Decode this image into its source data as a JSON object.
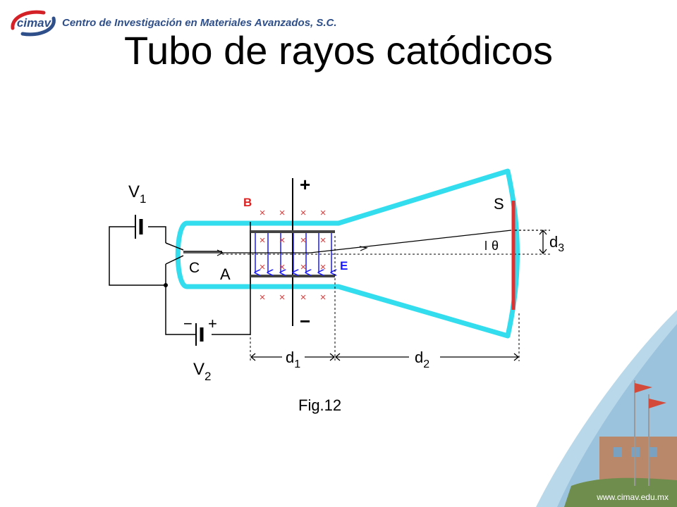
{
  "header": {
    "logo_text": "cimav",
    "organization": "Centro de Investigación en Materiales Avanzados, S.C."
  },
  "slide": {
    "title": "Tubo de rayos catódicos",
    "footer_url": "www.cimav.edu.mx"
  },
  "figure": {
    "caption": "Fig.12",
    "labels": {
      "v1": "V",
      "v1_sub": "1",
      "v2": "V",
      "v2_sub": "2",
      "cathode": "C",
      "anode": "A",
      "magnetic": "B",
      "electric": "E",
      "screen": "S",
      "plus": "+",
      "minus": "−",
      "battery_plus": "+",
      "battery_minus": "−",
      "theta": "θ",
      "d1": "d",
      "d1_sub": "1",
      "d2": "d",
      "d2_sub": "2",
      "d3": "d",
      "d3_sub": "3",
      "cross": "×"
    }
  },
  "colors": {
    "tube": "#33ddee",
    "field_lines": "#1a1aff",
    "cross_marks": "#e04040",
    "screen": "#e03030",
    "label_b": "#dd2222",
    "label_e": "#1a1aff",
    "org_text": "#2e4f8a",
    "logo_red": "#d42027",
    "logo_blue": "#2e4f8a"
  }
}
